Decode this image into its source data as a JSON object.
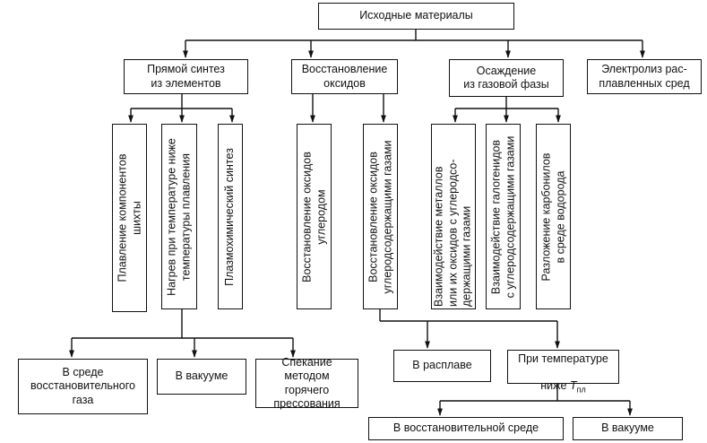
{
  "diagram": {
    "root": "Исходные материалы",
    "methods": [
      {
        "label": "Прямой синтез\nиз элементов"
      },
      {
        "label": "Восстановление\nоксидов"
      },
      {
        "label": "Осаждение\nиз газовой фазы"
      },
      {
        "label": "Электролиз рас-\nплавленных сред"
      }
    ],
    "submethods": [
      {
        "label": "Плавление компонентов\nшихты"
      },
      {
        "label": "Нагрев при температуре ниже\nтемпературы плавления"
      },
      {
        "label": "Плазмохимический синтез"
      },
      {
        "label": "Восстановление оксидов\nуглеродом"
      },
      {
        "label": "Восстановление оксидов\nуглеродсодержащими газами"
      },
      {
        "label": "Взаимодействие металлов\nили их оксидов с углеродсо-\nдержащими газами"
      },
      {
        "label": "Взаимодействие галогенидов\nс углеродсодержащими газами"
      },
      {
        "label": "Разложение карбонилов\nв среде водорода"
      }
    ],
    "conditions": [
      {
        "label": "В среде\nвосстановительного\nгаза"
      },
      {
        "label": "В вакууме"
      },
      {
        "label": "Спекание методом\nгорячего\nпрессования"
      },
      {
        "label": "В расплаве"
      },
      {
        "label_line1": "При температуре",
        "label_prefix": "ниже ",
        "label_var": "T",
        "label_sub": "пл"
      },
      {
        "label": "В восстановительной среде"
      },
      {
        "label": "В вакууме"
      }
    ]
  },
  "colors": {
    "line": "#111111",
    "background": "#ffffff"
  }
}
